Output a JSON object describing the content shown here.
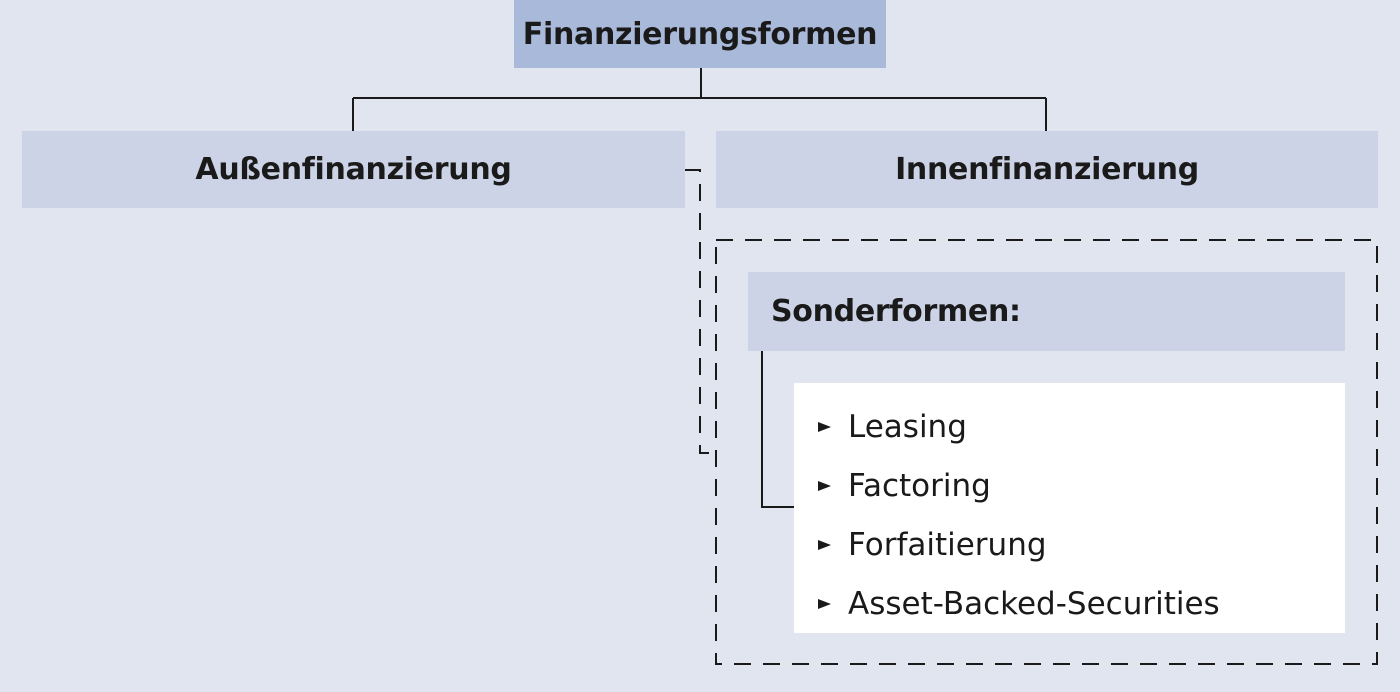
{
  "diagram": {
    "root": {
      "label": "Finanzierungsformen"
    },
    "left": {
      "label": "Außenfinanzierung"
    },
    "right": {
      "label": "Innenfinanzierung"
    },
    "special": {
      "heading": "Sonderformen:",
      "items": [
        "Leasing",
        "Factoring",
        "Forfaitierung",
        "Asset-Backed-Securities"
      ]
    }
  }
}
